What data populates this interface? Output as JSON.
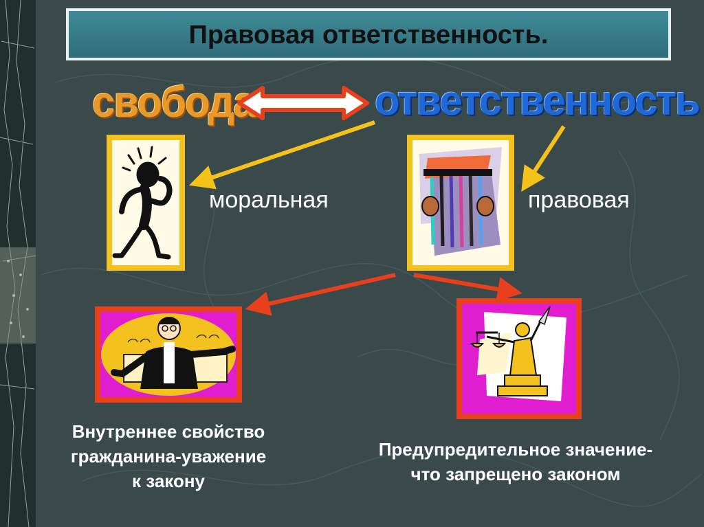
{
  "title": "Правовая ответственность.",
  "words": {
    "freedom": "свобода",
    "responsibility": "ответственность",
    "moral": "моральная",
    "legal": "правовая"
  },
  "descriptions": {
    "moral": [
      "Внутреннее свойство",
      "гражданина-уважение",
      "к закону"
    ],
    "legal": [
      "Предупредительное значение-",
      "что запрещено законом"
    ]
  },
  "colors": {
    "background": "#3a4a4a",
    "title_bar": "#3f8a97",
    "freedom_word": "#e79a2a",
    "responsibility_word": "#1f68d8",
    "yellow_arrow": "#f5c21a",
    "red_arrow": "#e8401c",
    "card_yellow": "#f3c21e",
    "card_red": "#e8401c"
  },
  "icons": [
    "double-arrow-icon",
    "stressed-figure-icon",
    "prison-bars-icon",
    "judge-icon",
    "themis-statue-icon"
  ]
}
